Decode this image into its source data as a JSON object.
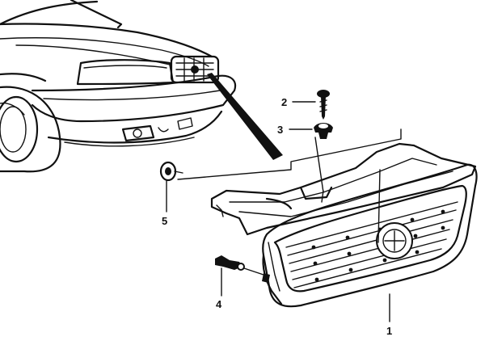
{
  "diagram": {
    "callouts": [
      {
        "id": "1",
        "label": "1",
        "part": "grille-assembly"
      },
      {
        "id": "2",
        "label": "2",
        "part": "screw"
      },
      {
        "id": "3",
        "label": "3",
        "part": "clip-grommet"
      },
      {
        "id": "4",
        "label": "4",
        "part": "side-bracket"
      },
      {
        "id": "5",
        "label": "5",
        "part": "clip-retainer"
      }
    ],
    "icons": [
      "car-front-icon",
      "grille-icon",
      "screw-icon",
      "clip-icon",
      "bracket-icon",
      "retainer-icon"
    ],
    "colors": {
      "ink": "#111111",
      "paper": "#ffffff"
    }
  }
}
